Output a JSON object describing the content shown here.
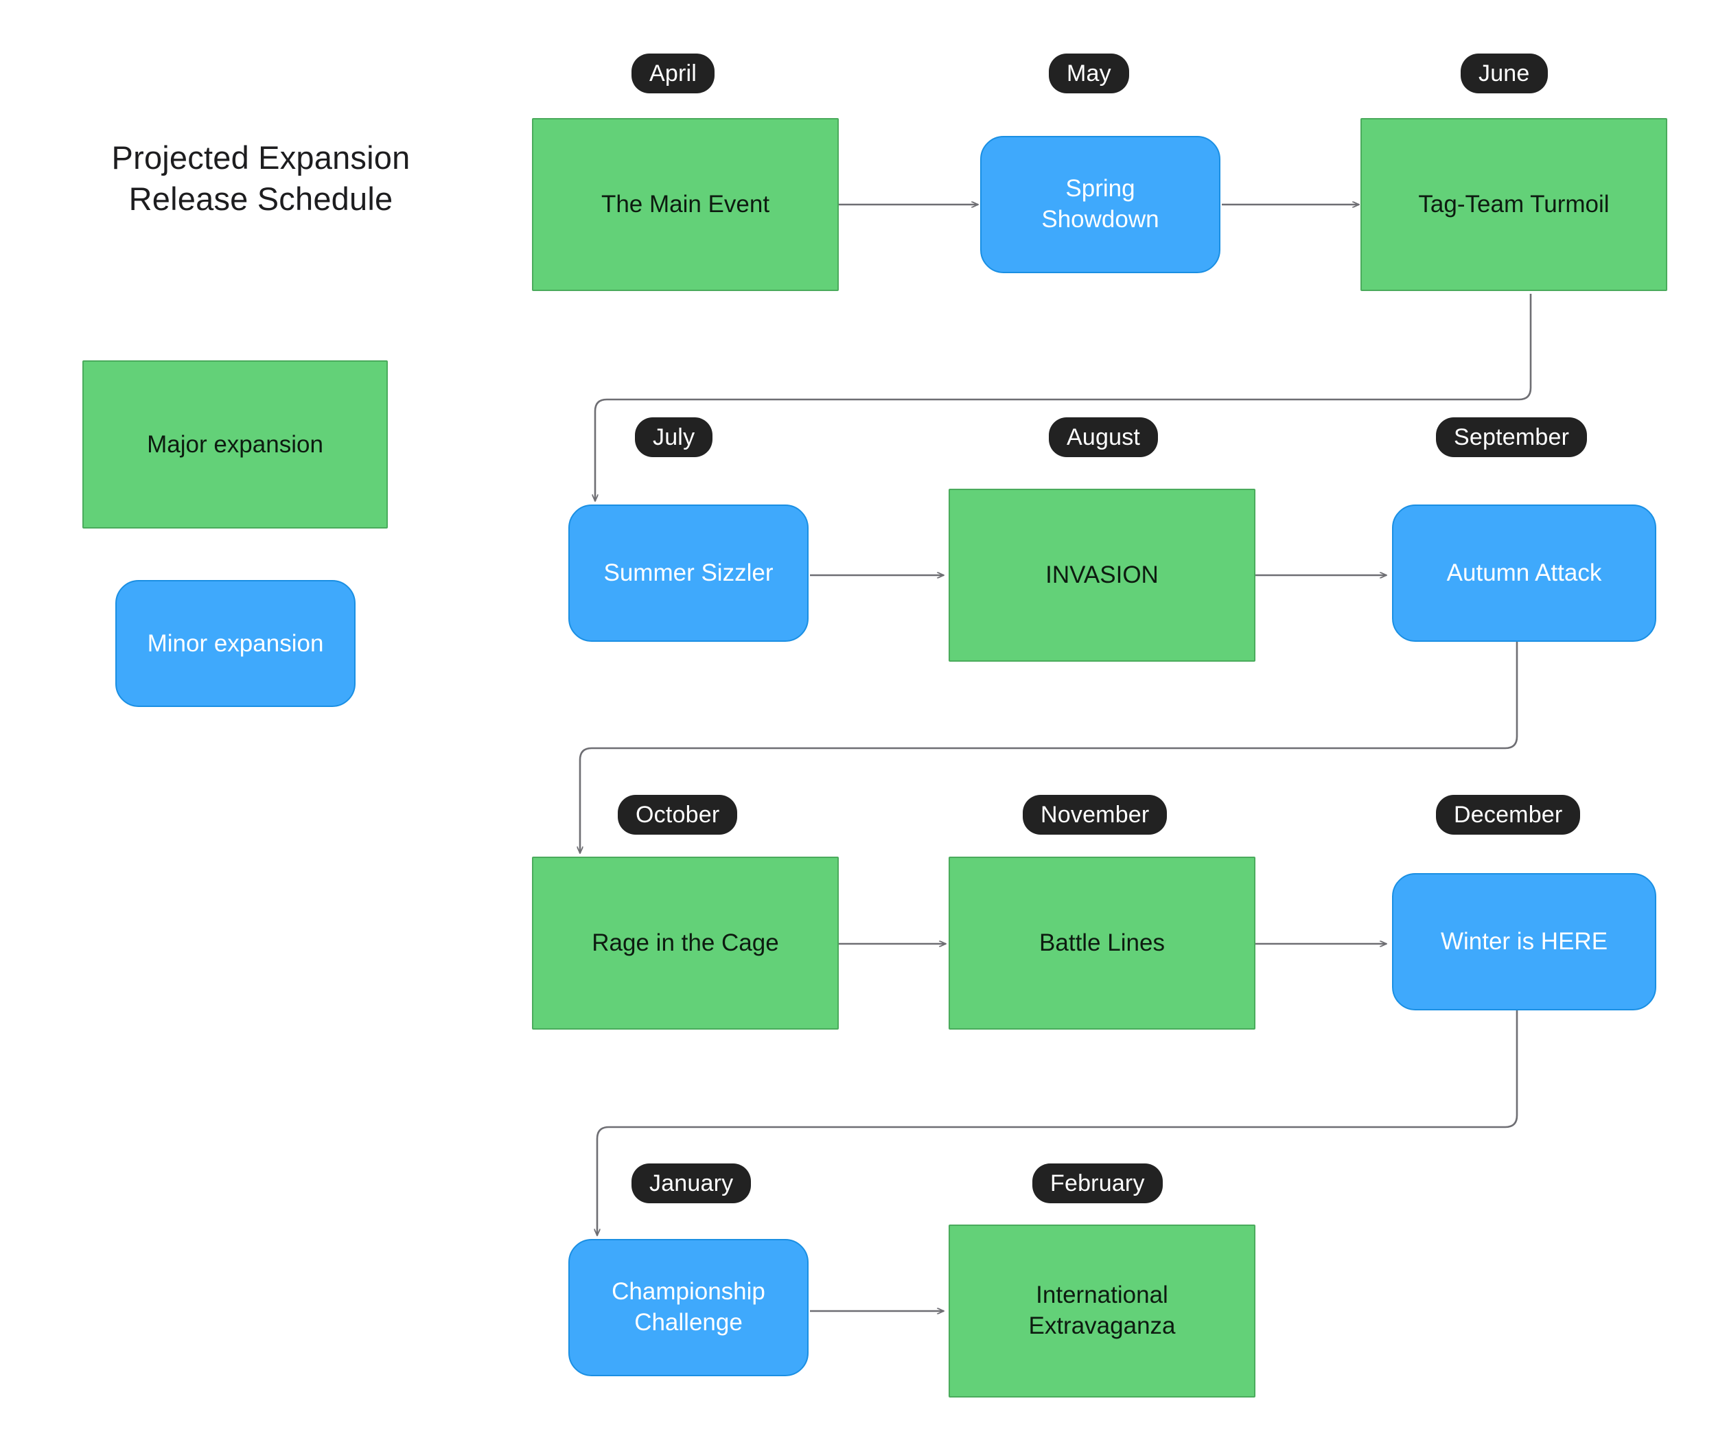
{
  "title": "Projected Expansion\nRelease Schedule",
  "colors": {
    "major_fill": "#63d178",
    "major_stroke": "#4aab5c",
    "major_text": "#0d1b10",
    "minor_fill": "#3fa9fc",
    "minor_stroke": "#1a8fe3",
    "minor_text": "#ffffff",
    "badge_fill": "#222222",
    "badge_text": "#ffffff",
    "edge_stroke": "#6e6e73",
    "background": "#ffffff"
  },
  "legend": {
    "items": [
      {
        "label": "Major expansion",
        "type": "major"
      },
      {
        "label": "Minor expansion",
        "type": "minor"
      }
    ]
  },
  "nodes": [
    {
      "month": "April",
      "label": "The Main Event",
      "type": "major"
    },
    {
      "month": "May",
      "label": "Spring\nShowdown",
      "type": "minor"
    },
    {
      "month": "June",
      "label": "Tag-Team Turmoil",
      "type": "major"
    },
    {
      "month": "July",
      "label": "Summer Sizzler",
      "type": "minor"
    },
    {
      "month": "August",
      "label": "INVASION",
      "type": "major"
    },
    {
      "month": "September",
      "label": "Autumn Attack",
      "type": "minor"
    },
    {
      "month": "October",
      "label": "Rage in the Cage",
      "type": "major"
    },
    {
      "month": "November",
      "label": "Battle Lines",
      "type": "major"
    },
    {
      "month": "December",
      "label": "Winter is HERE",
      "type": "minor"
    },
    {
      "month": "January",
      "label": "Championship\nChallenge",
      "type": "minor"
    },
    {
      "month": "February",
      "label": "International\nExtravaganza",
      "type": "major"
    }
  ],
  "edges": [
    {
      "from": "The Main Event",
      "to": "Spring Showdown"
    },
    {
      "from": "Spring Showdown",
      "to": "Tag-Team Turmoil"
    },
    {
      "from": "Tag-Team Turmoil",
      "to": "Summer Sizzler"
    },
    {
      "from": "Summer Sizzler",
      "to": "INVASION"
    },
    {
      "from": "INVASION",
      "to": "Autumn Attack"
    },
    {
      "from": "Autumn Attack",
      "to": "Rage in the Cage"
    },
    {
      "from": "Rage in the Cage",
      "to": "Battle Lines"
    },
    {
      "from": "Battle Lines",
      "to": "Winter is HERE"
    },
    {
      "from": "Winter is HERE",
      "to": "Championship Challenge"
    },
    {
      "from": "Championship Challenge",
      "to": "International Extravaganza"
    }
  ]
}
